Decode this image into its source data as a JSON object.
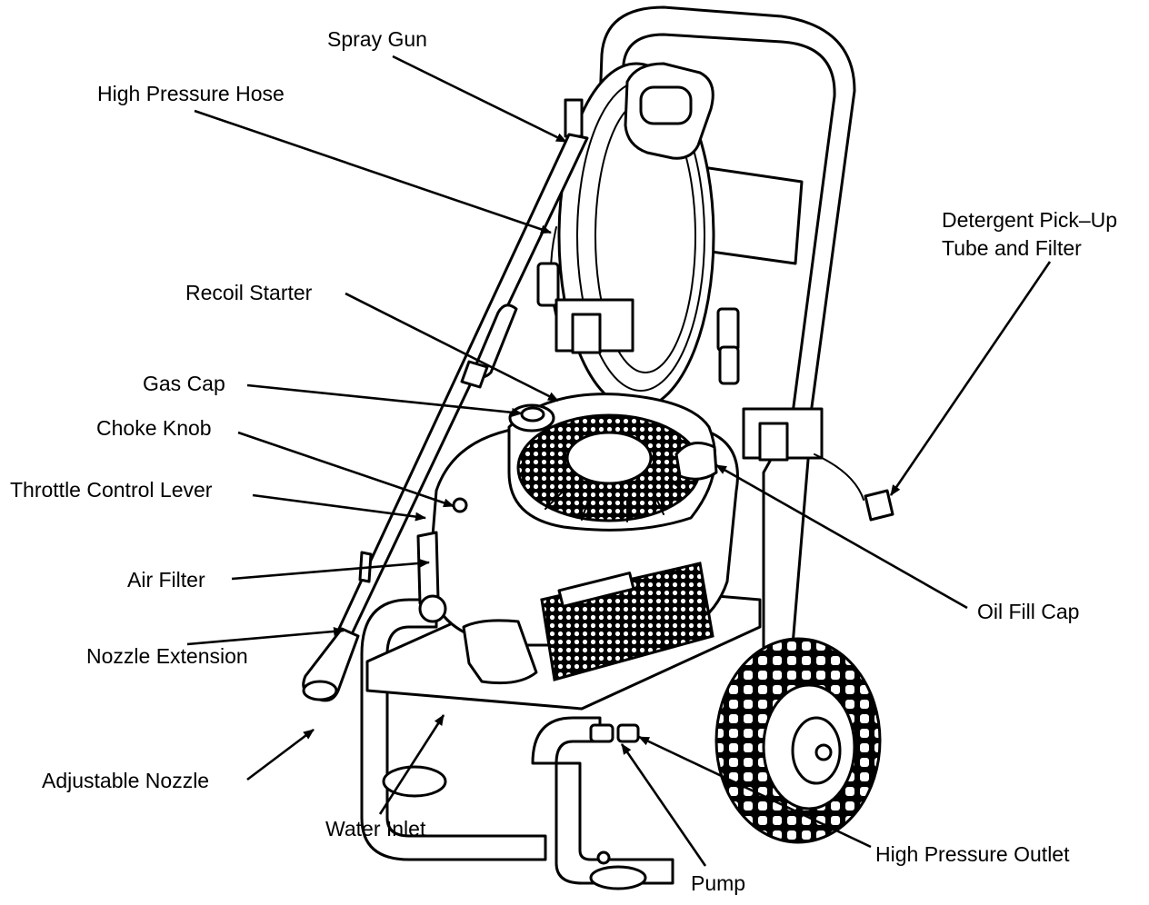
{
  "labels": {
    "spray_gun": "Spray Gun",
    "high_pressure_hose": "High Pressure Hose",
    "detergent_line1": "Detergent Pick–Up",
    "detergent_line2": "Tube and Filter",
    "recoil_starter": "Recoil Starter",
    "gas_cap": "Gas Cap",
    "choke_knob": "Choke Knob",
    "throttle_control_lever": "Throttle Control Lever",
    "air_filter": "Air Filter",
    "oil_fill_cap": "Oil Fill Cap",
    "nozzle_extension": "Nozzle Extension",
    "adjustable_nozzle": "Adjustable Nozzle",
    "water_inlet": "Water Inlet",
    "high_pressure_outlet": "High Pressure Outlet",
    "pump": "Pump"
  }
}
